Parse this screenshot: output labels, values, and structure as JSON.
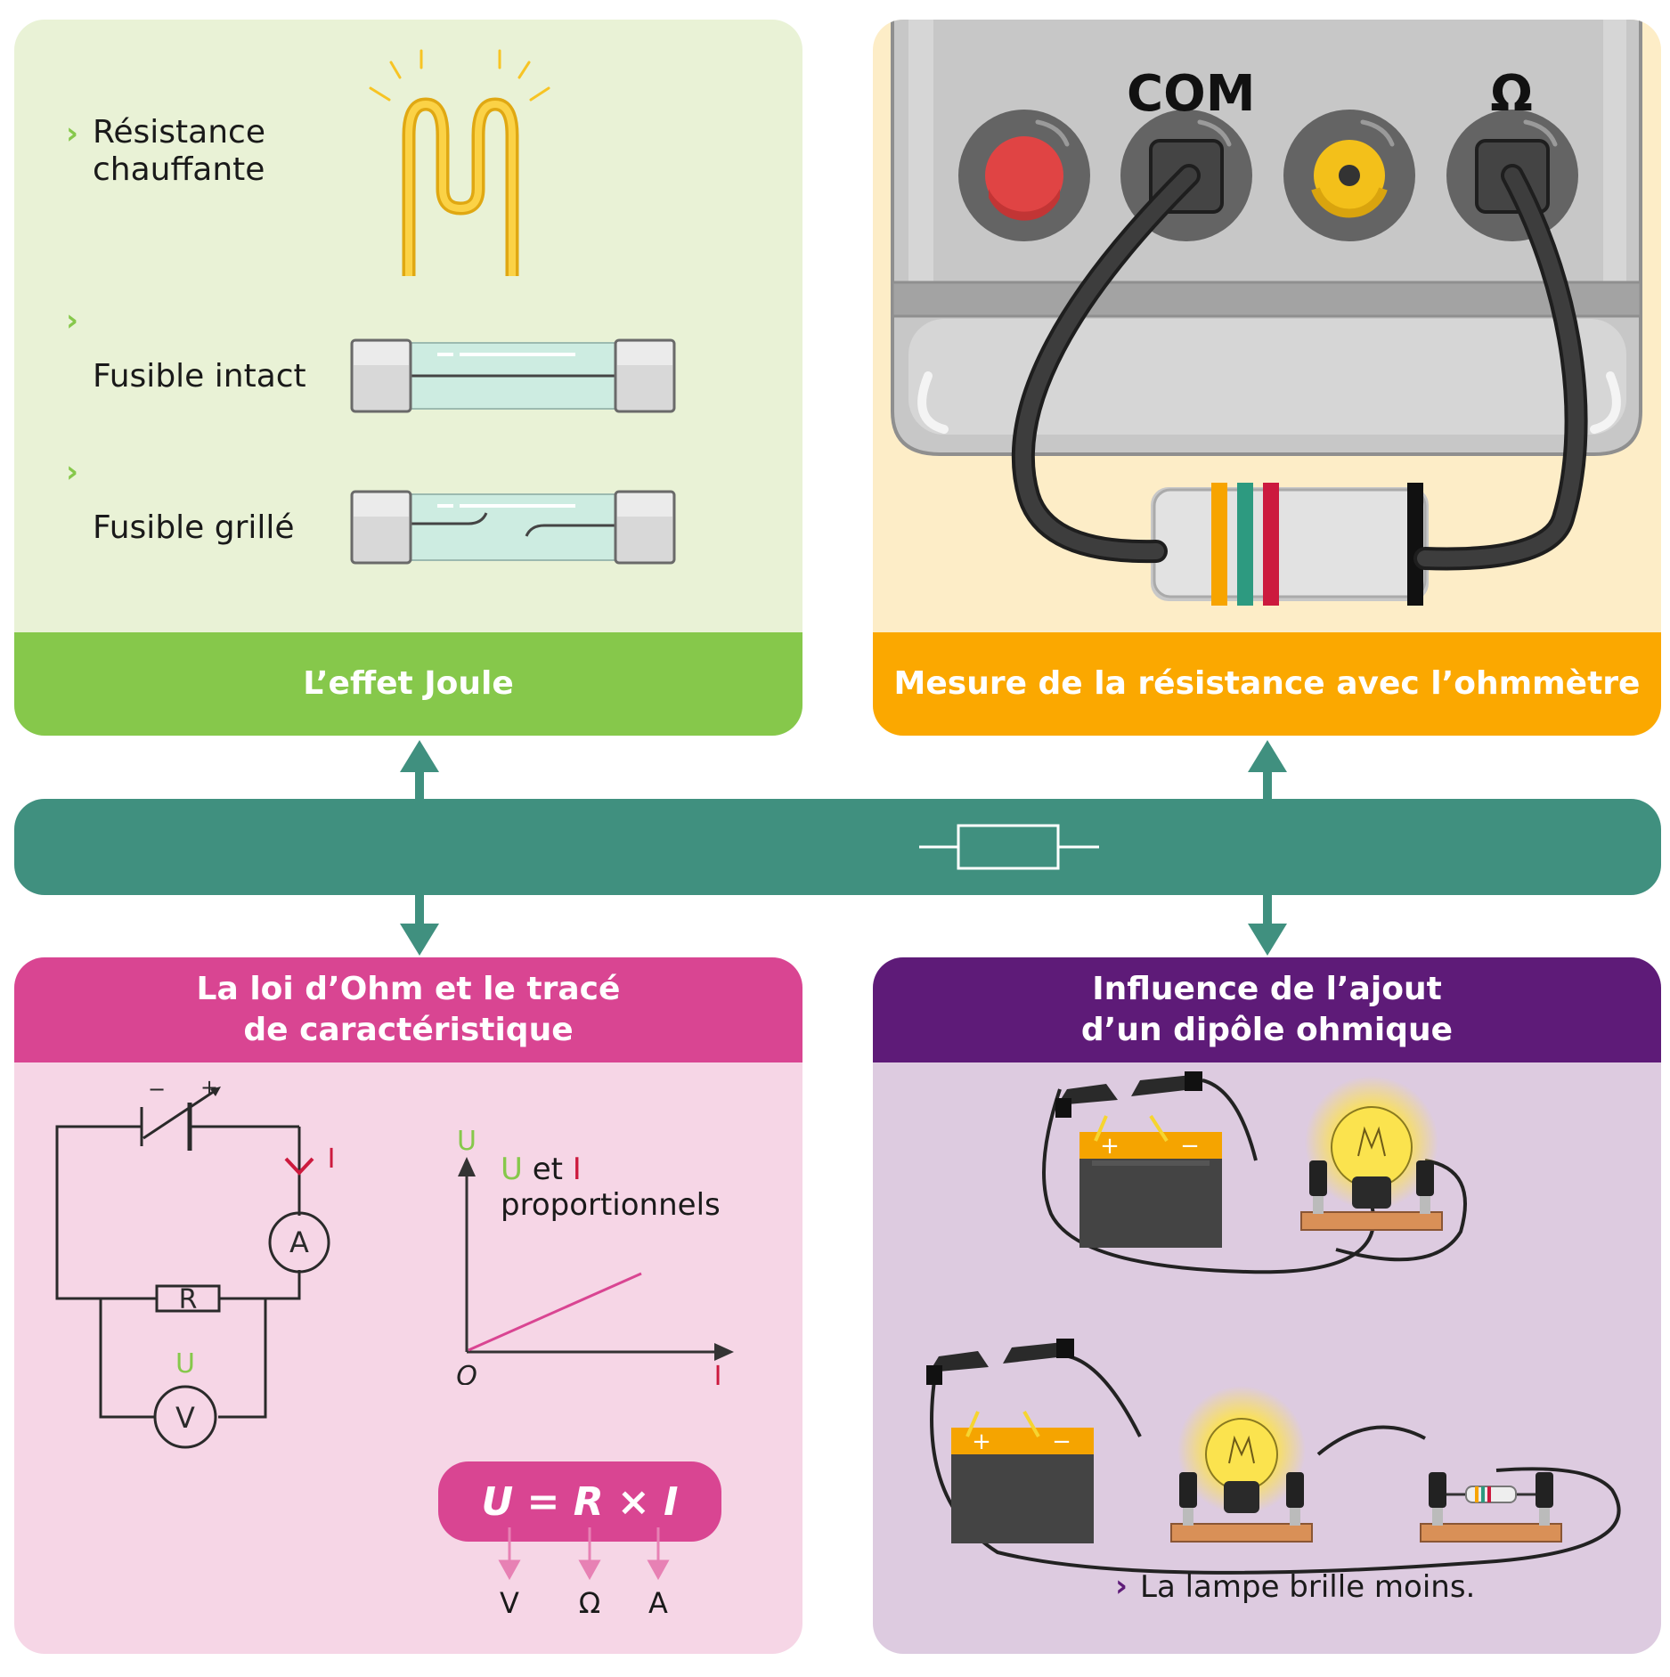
{
  "colors": {
    "joule_bg": "#e9f2d6",
    "joule_header": "#86c84b",
    "ohmmeter_bg": "#fdedc7",
    "ohmmeter_header": "#fba800",
    "central_band": "#40907f",
    "ohm_law_bg": "#f6d6e6",
    "ohm_law_header": "#d94592",
    "influence_bg": "#ddcbe0",
    "influence_header": "#5e1b78"
  },
  "joule": {
    "title": "L’effet Joule",
    "items": [
      {
        "label": "Résistance chauffante",
        "icon": "heating-resistor-icon"
      },
      {
        "label": "Fusible intact",
        "icon": "fuse-intact-icon"
      },
      {
        "label": "Fusible grillé",
        "icon": "fuse-blown-icon"
      }
    ]
  },
  "ohmmeter": {
    "title": "Mesure de la résistance avec l’ohmmètre",
    "com_label": "COM",
    "ohm_label": "Ω"
  },
  "center": {
    "symbol": "resistor-symbol"
  },
  "ohm_law": {
    "title_line1": "La loi d’Ohm et le tracé",
    "title_line2": "de caractéristique",
    "circuit": {
      "minus": "−",
      "plus": "+",
      "current": "I",
      "ammeter": "A",
      "resistor": "R",
      "voltage": "U",
      "voltmeter": "V"
    },
    "graph": {
      "ylabel": "U",
      "xlabel": "I",
      "origin": "O",
      "text_u": "U",
      "text_et": "et",
      "text_i": "I",
      "text_line2": "proportionnels"
    },
    "formula": "U = R × I",
    "units": [
      "V",
      "Ω",
      "A"
    ]
  },
  "influence": {
    "title_line1": "Influence de l’ajout",
    "title_line2": "d’un dipôle ohmique",
    "plus": "+",
    "minus": "−",
    "note": "La lampe brille moins."
  }
}
